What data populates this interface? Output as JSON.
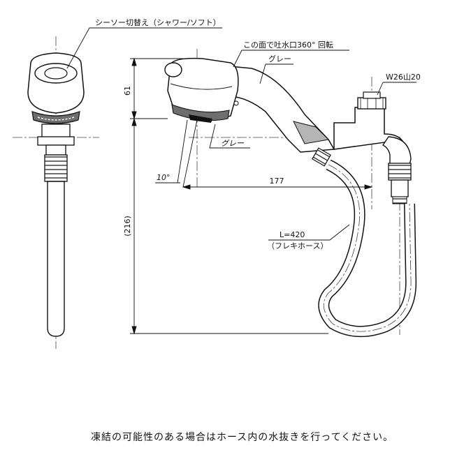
{
  "labels": {
    "seesaw": "シーソー切替え（シャワー/ソフト）",
    "rotate": "この面で吐水口360° 回転",
    "gray_top": "グレー",
    "gray_bottom": "グレー",
    "thread": "W26山20",
    "dim_61": "61",
    "dim_216": "(216)",
    "dim_177": "177",
    "angle": "10°",
    "hose_length": "L=420",
    "hose_note": "（フレキホース）"
  },
  "caution": "凍結の可能性のある場合はホース内の水抜きを行ってください。",
  "colors": {
    "line": "#111111",
    "shade": "#b5b5b5",
    "shade_dark": "#6e6e6e"
  }
}
